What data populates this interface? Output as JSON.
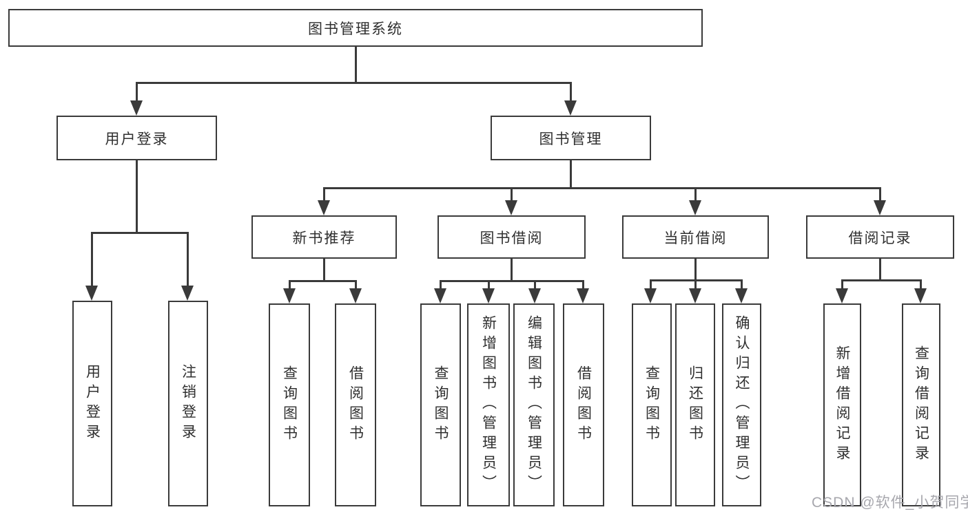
{
  "tree": {
    "root": "图书管理系统",
    "children": [
      {
        "label": "用户登录",
        "children": [
          "用户登录",
          "注销登录"
        ]
      },
      {
        "label": "图书管理",
        "children": [
          {
            "label": "新书推荐",
            "children": [
              "查询图书",
              "借阅图书"
            ]
          },
          {
            "label": "图书借阅",
            "children": [
              "查询图书",
              "新增图书（管理员）",
              "编辑图书（管理员）",
              "借阅图书"
            ]
          },
          {
            "label": "当前借阅",
            "children": [
              "查询图书",
              "归还图书",
              "确认归还（管理员）"
            ]
          },
          {
            "label": "借阅记录",
            "children": [
              "新增借阅记录",
              "查询借阅记录"
            ]
          }
        ]
      }
    ]
  },
  "watermark": "CSDN @软件_小贺同学",
  "colors": {
    "line": "#3a3a3a",
    "text": "#2f2f2f",
    "watermark": "#a7a7ad",
    "background": "#ffffff"
  }
}
